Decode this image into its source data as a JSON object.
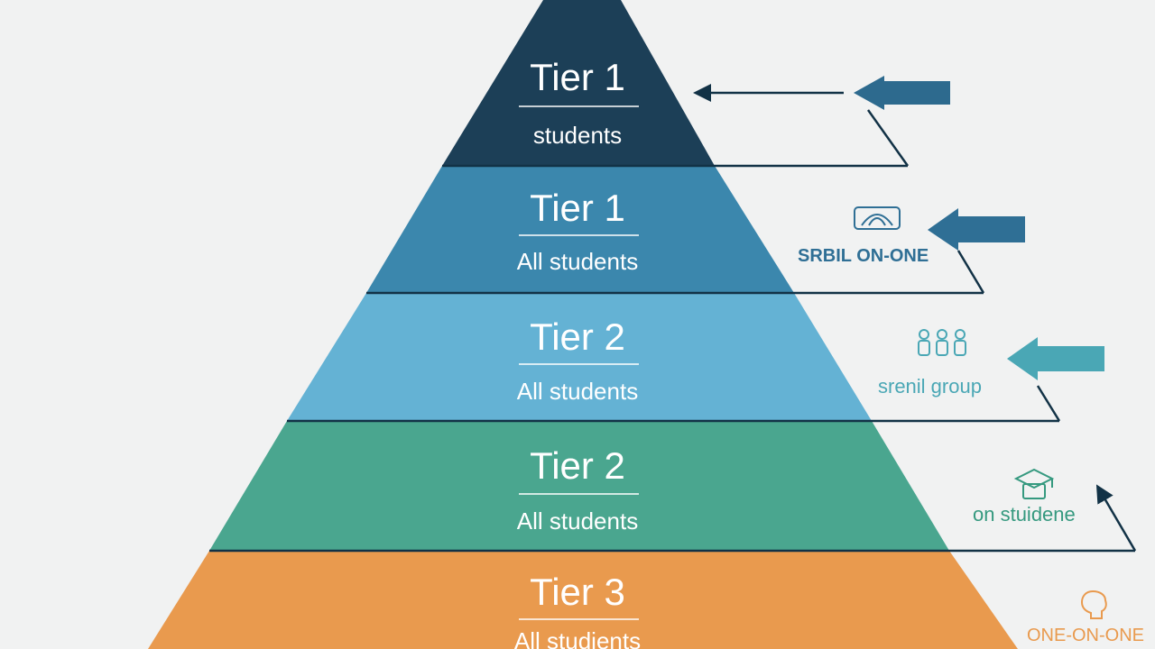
{
  "tiers": [
    {
      "title": "Tier 1",
      "subtitle": "students",
      "color": "#1c3f57"
    },
    {
      "title": "Tier 1",
      "subtitle": "All students",
      "color": "#3b87ad"
    },
    {
      "title": "Tier 2",
      "subtitle": "All students",
      "color": "#64b2d4"
    },
    {
      "title": "Tier 2",
      "subtitle": "All students",
      "color": "#4aa68f"
    },
    {
      "title": "Tier 3",
      "subtitle": "All studients",
      "color": "#e99a4e"
    }
  ],
  "callouts": [
    {
      "label": "",
      "icon": "arrow-icon",
      "color": "#2d6a8e"
    },
    {
      "label": "SRBIL ON-ONE",
      "icon": "group-icon",
      "color": "#2f6f95"
    },
    {
      "label": "srenil group",
      "icon": "people-icon",
      "color": "#4aa7b5"
    },
    {
      "label": "on stuidene",
      "icon": "graduation-icon",
      "color": "#35997f"
    },
    {
      "label": "ONE-ON-ONE",
      "icon": "person-head-icon",
      "color": "#e99a4e"
    }
  ],
  "colors": {
    "background": "#f1f2f2",
    "divider": "#123246",
    "text_light": "#ffffff"
  }
}
